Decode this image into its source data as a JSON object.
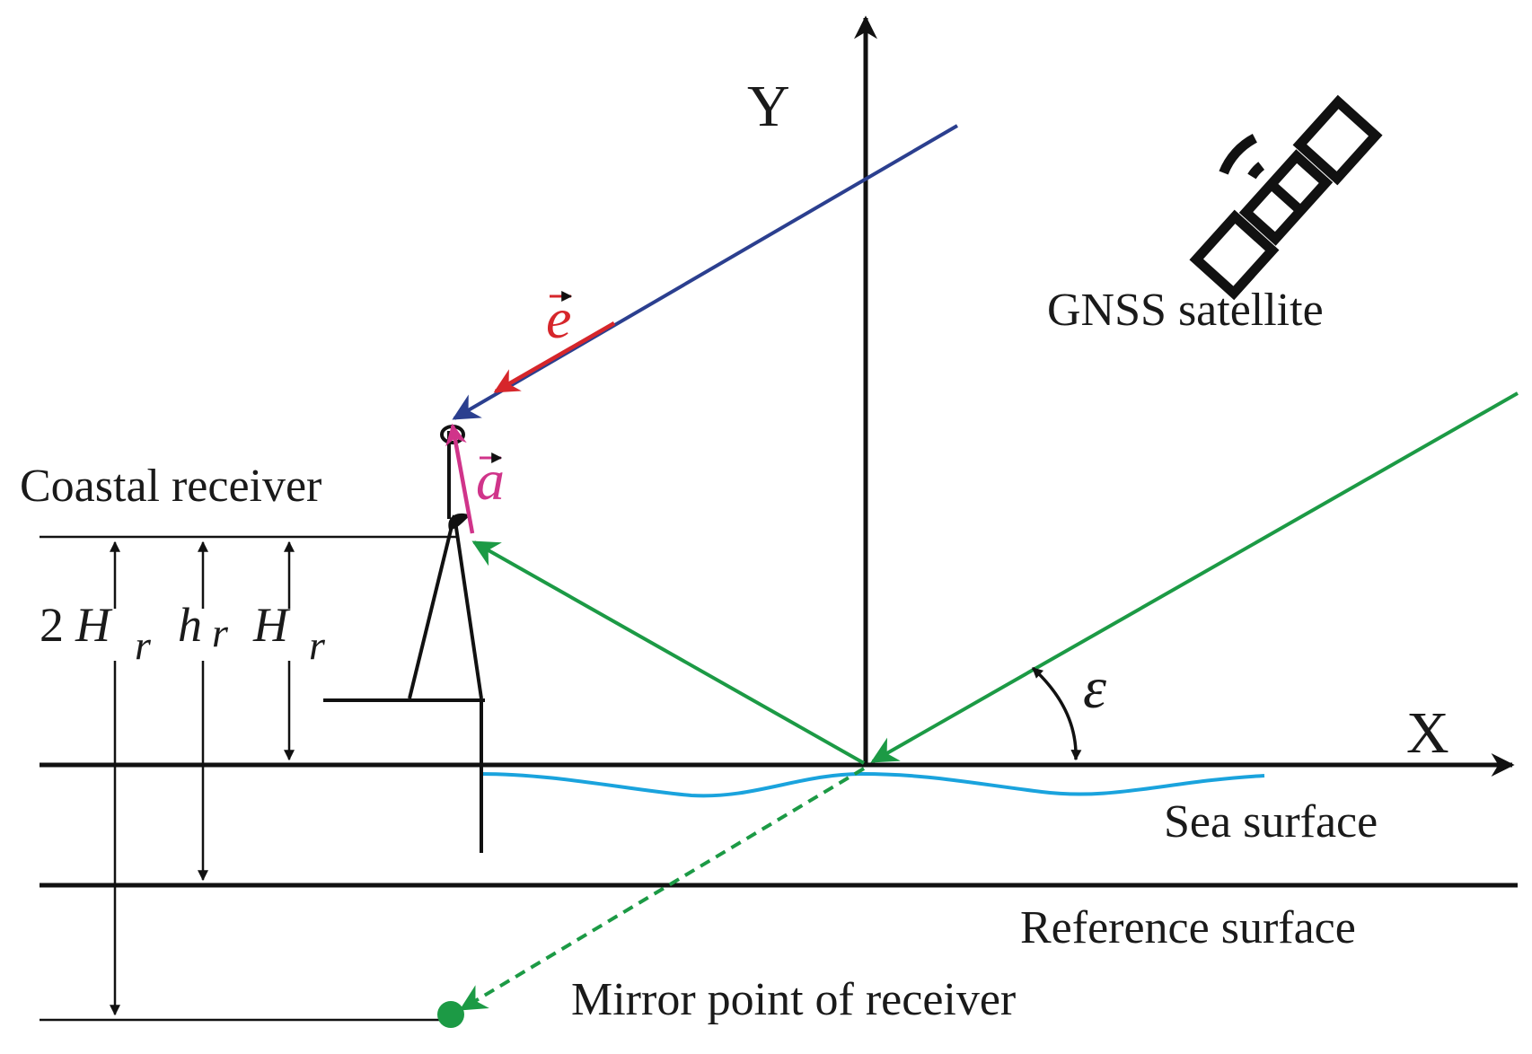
{
  "labels": {
    "y_axis": "Y",
    "x_axis": "X",
    "satellite": "GNSS satellite",
    "coastal_receiver": "Coastal receiver",
    "sea_surface": "Sea surface",
    "reference_surface": "Reference surface",
    "mirror_point": "Mirror point of receiver",
    "vector_e": "e",
    "vector_a": "a",
    "elevation_angle": "ε",
    "dim_2H_coef": "2",
    "dim_2H_letter": "H",
    "dim_h_letter": "h",
    "dim_H_letter": "H",
    "subscript_r": "r"
  },
  "colors": {
    "incoming_ray": "#2b3f8f",
    "vector_e": "#d6262b",
    "vector_a": "#d0348a",
    "reflected_ray": "#1c9a45",
    "sea_wave": "#1aa3dd",
    "ink": "#111111"
  },
  "icons": {
    "satellite": "satellite-icon"
  }
}
